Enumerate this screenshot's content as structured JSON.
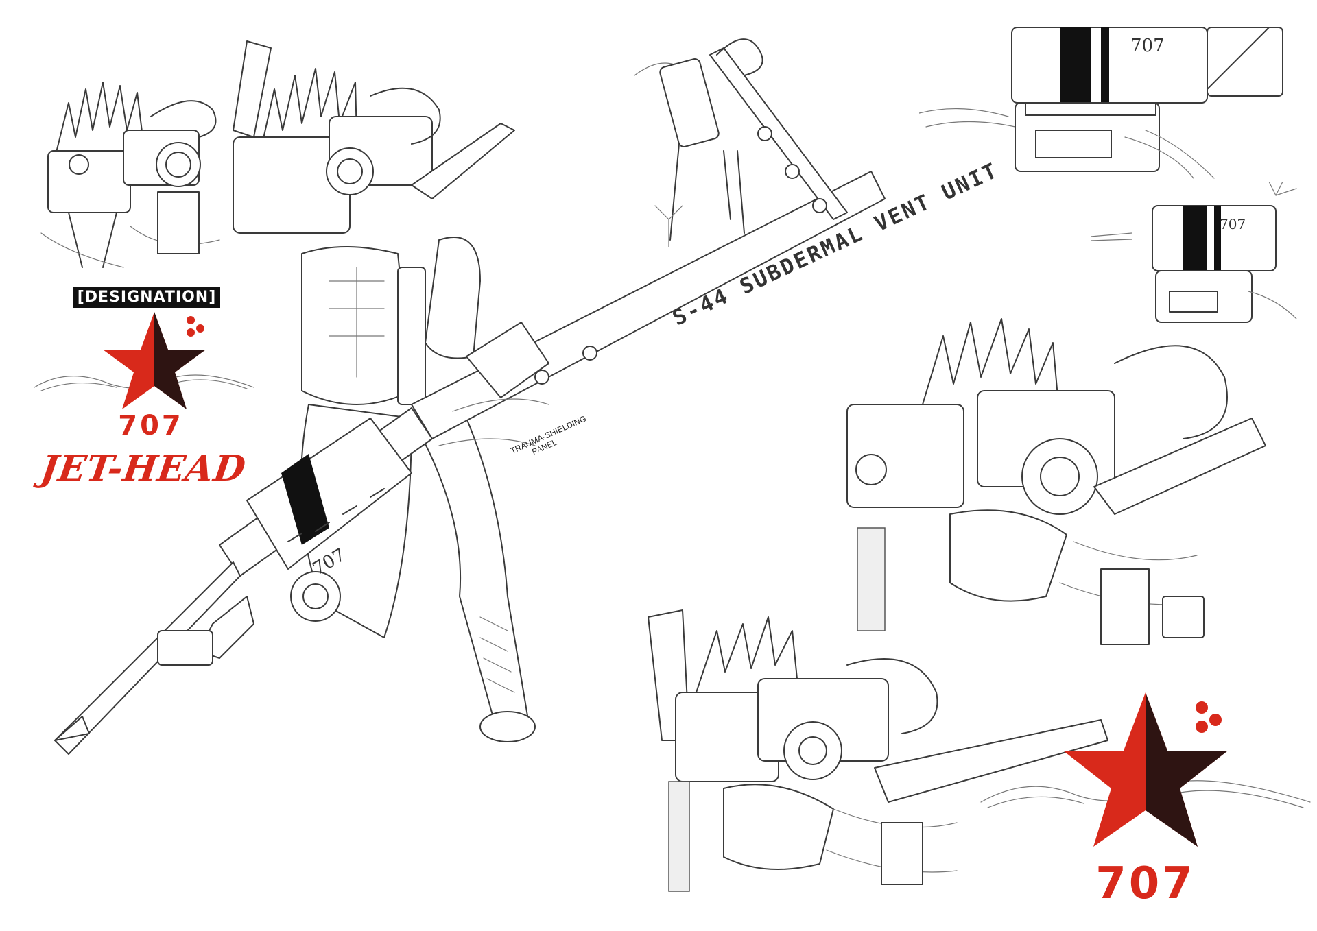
{
  "designation": "[DESIGNATION]",
  "logo": {
    "number": "707",
    "name": "JET-HEAD",
    "accent_color": "#d8291b",
    "ink_color": "#111111"
  },
  "weapon": {
    "label": "S-44 SUBDERMAL VENT UNIT",
    "panel_label_line1": "TRAUMA-SHIELDING",
    "panel_label_line2": "PANEL",
    "case_marking": "707"
  },
  "sketches": [
    "head-study-top-left",
    "full-figure-with-rod",
    "rod-detail-study",
    "vent-unit-closed",
    "vent-unit-open",
    "head-study-closeup",
    "head-study-bottom"
  ]
}
